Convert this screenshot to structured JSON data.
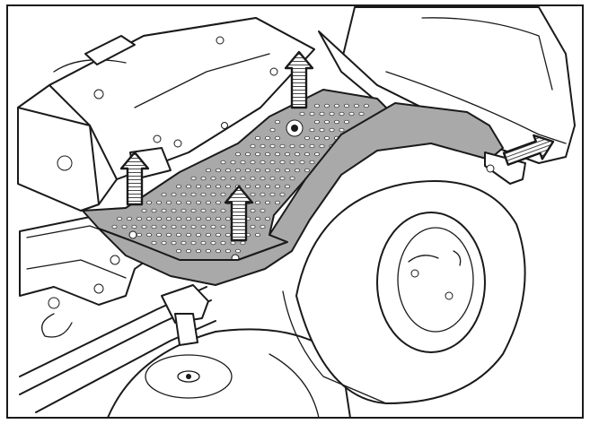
{
  "colors": {
    "line": "#1a1a1a",
    "background": "#ffffff",
    "highlight_part": "#a9a9a9",
    "hole": "#ffffff",
    "arrow_fill": "#ffffff",
    "arrow_hatch": "#1a1a1a"
  },
  "arrows": [
    {
      "id": "arrow-up-rear",
      "direction": "up"
    },
    {
      "id": "arrow-up-left",
      "direction": "up"
    },
    {
      "id": "arrow-up-center",
      "direction": "up"
    },
    {
      "id": "arrow-right-fender",
      "direction": "right"
    }
  ],
  "parts": [
    "engine-cover",
    "footplate",
    "rear-fender",
    "rear-wheel",
    "cutting-deck",
    "seat",
    "linkage-rods"
  ]
}
